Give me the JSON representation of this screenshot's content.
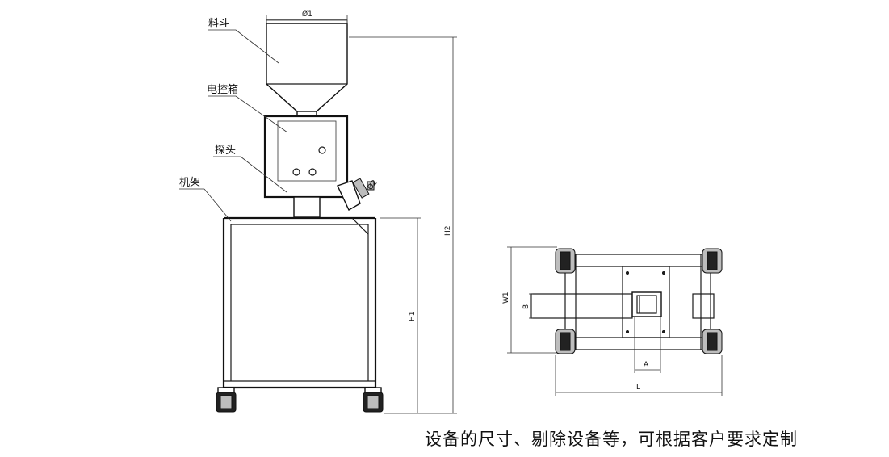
{
  "labels": {
    "hopper": "料斗",
    "control_box": "电控箱",
    "probe": "探头",
    "frame": "机架"
  },
  "dimensions": {
    "phi1": "Ø1",
    "phi2": "Ø2",
    "h1": "H1",
    "h2": "H2",
    "w1": "W1",
    "b": "B",
    "a": "A",
    "l": "L"
  },
  "caption": "设备的尺寸、剔除设备等，可根据客户要求定制"
}
